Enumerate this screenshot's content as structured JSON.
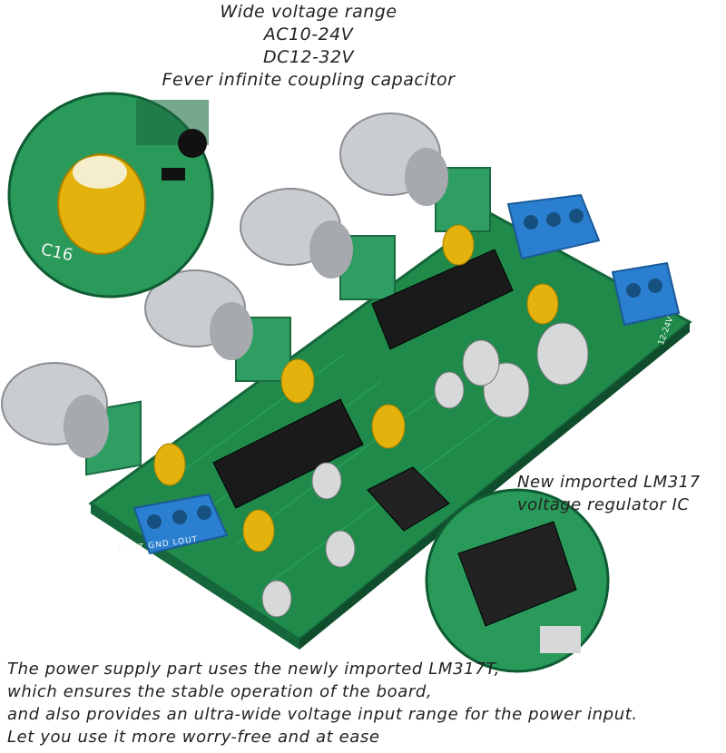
{
  "top_text": {
    "line1": "Wide voltage range",
    "line2": "AC10-24V",
    "line3": "DC12-32V",
    "line4": "Fever infinite coupling capacitor"
  },
  "callout_text": {
    "line1": "New imported LM317",
    "line2": "voltage regulator IC"
  },
  "bottom_text": {
    "line1": "The power supply part uses the newly imported LM317T,",
    "line2": "which ensures the stable operation of the board,",
    "line3": "and also provides an ultra-wide voltage input range for the power input.",
    "line4": "Let you use it more worry-free and at ease"
  },
  "board_labels": {
    "terminal_left": "ROUT GND LOUT",
    "cap_label": "C16",
    "power_label": "12-24V"
  },
  "colors": {
    "pcb": "#1f8a4a",
    "pcb_dark": "#15663a",
    "terminal": "#2a7fd0",
    "capacitor": "#e3b20c",
    "knob": "#c9ccd0"
  }
}
